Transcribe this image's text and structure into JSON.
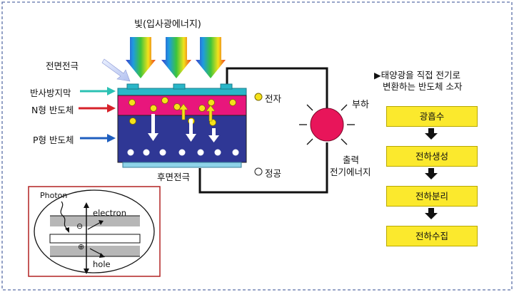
{
  "diagram": {
    "light_label": "빛(입사광에너지)",
    "labels": {
      "front_electrode": "전면전극",
      "anti_reflection": "반사방지막",
      "n_type": "N형 반도체",
      "p_type": "P형 반도체",
      "back_electrode": "후면전극",
      "electron": "전자",
      "hole": "정공",
      "load": "부하",
      "output_line1": "출력",
      "output_line2": "전기에너지"
    },
    "description_line1": "▶태양광을 직접 전기로",
    "description_line2": "변환하는 반도체 소자",
    "steps": [
      "광흡수",
      "전하생성",
      "전하분리",
      "전하수집"
    ],
    "inset": {
      "photon": "Photon",
      "electron": "electron",
      "hole": "hole",
      "minus_symbol": "⊖",
      "plus_symbol": "⊕"
    },
    "colors": {
      "n_layer": "#e8167c",
      "p_layer": "#2f3795",
      "anti_reflection": "#29b6c8",
      "load_bulb": "#e8155a",
      "step_box": "#fbe92d",
      "inset_border": "#b22222",
      "frame_dash": "#5b6fa8"
    }
  }
}
